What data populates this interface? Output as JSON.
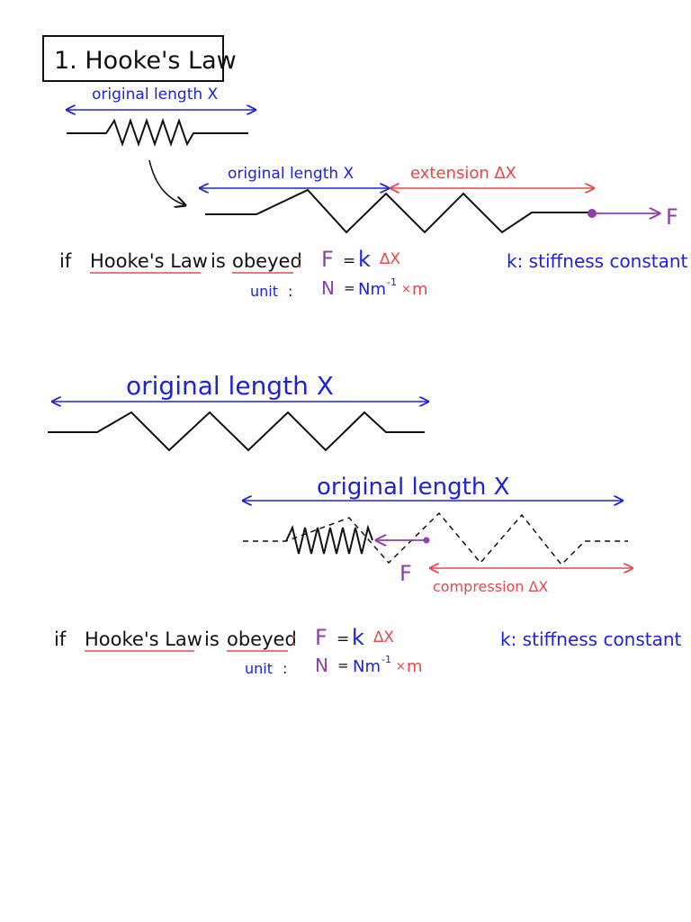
{
  "title": "1. Hooke's Law",
  "colors": {
    "ink": "#111111",
    "blue": "#1f23d6",
    "red": "#e5484d",
    "purple": "#8e3fae"
  },
  "extension_section": {
    "small_spring_label": "original length X",
    "stretched_original_label": "original length X",
    "extension_label": "extension ∆X",
    "force_label": "F",
    "law": {
      "prefix": "if",
      "law_name": "Hooke's Law",
      "is_text": "is",
      "obeyed": "obeyed",
      "colon": ":",
      "F": "F",
      "equals": "=",
      "k": "k",
      "delta_x": "∆X",
      "constant_note": "k: stiffness constant"
    },
    "unit": {
      "label": "unit",
      "colon": ":",
      "N": "N",
      "equals": "=",
      "Nm": "Nm",
      "exponent": "-1",
      "times": "×",
      "m": "m"
    }
  },
  "compression_section": {
    "long_spring_label": "original length X",
    "compressed_original_label": "original length X",
    "force_label": "F",
    "compression_label": "compression ∆X",
    "law": {
      "prefix": "if",
      "law_name": "Hooke's Law",
      "is_text": "is",
      "obeyed": "obeyed",
      "colon": ":",
      "F": "F",
      "equals": "=",
      "k": "k",
      "delta_x": "∆X",
      "constant_note": "k: stiffness constant"
    },
    "unit": {
      "label": "unit",
      "colon": ":",
      "N": "N",
      "equals": "=",
      "Nm": "Nm",
      "exponent": "-1",
      "times": "×",
      "m": "m"
    }
  }
}
